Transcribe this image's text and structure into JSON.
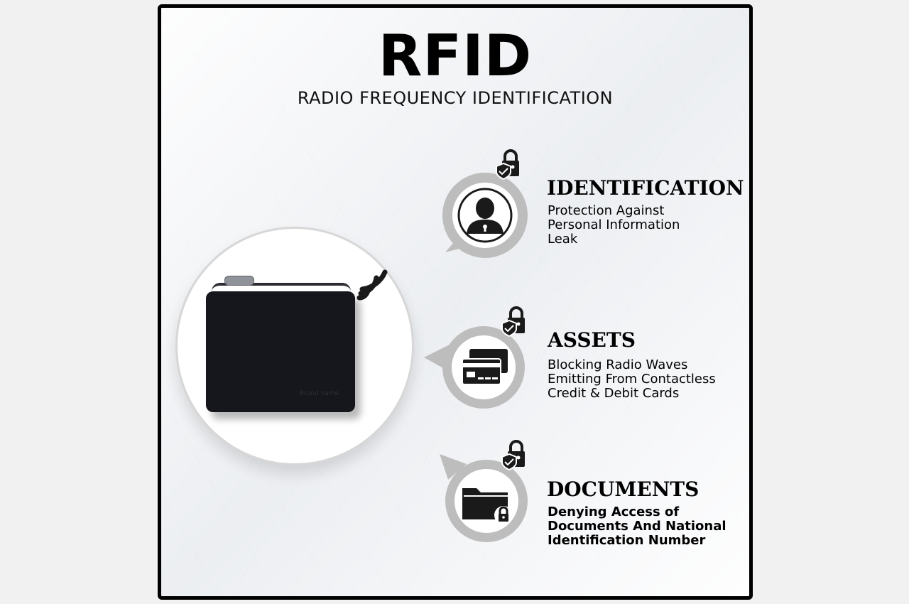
{
  "header": {
    "title": "RFID",
    "subtitle": "RADIO FREQUENCY IDENTIFICATION"
  },
  "wallet": {
    "brand": "Brand name"
  },
  "features": [
    {
      "title": "IDENTIFICATION",
      "description": "Protection Against\nPersonal Information\nLeak",
      "icon": "person-icon"
    },
    {
      "title": "ASSETS",
      "description": "Blocking Radio Waves\nEmitting From Contactless\nCredit & Debit Cards",
      "icon": "cards-icon"
    },
    {
      "title": "DOCUMENTS",
      "description": "Denying Access of\nDocuments And National\nIdentification Number",
      "icon": "folder-icon"
    }
  ],
  "colors": {
    "frame": "#000000",
    "bubble_ring": "#bdbdbd",
    "icon": "#1a1a1a"
  }
}
